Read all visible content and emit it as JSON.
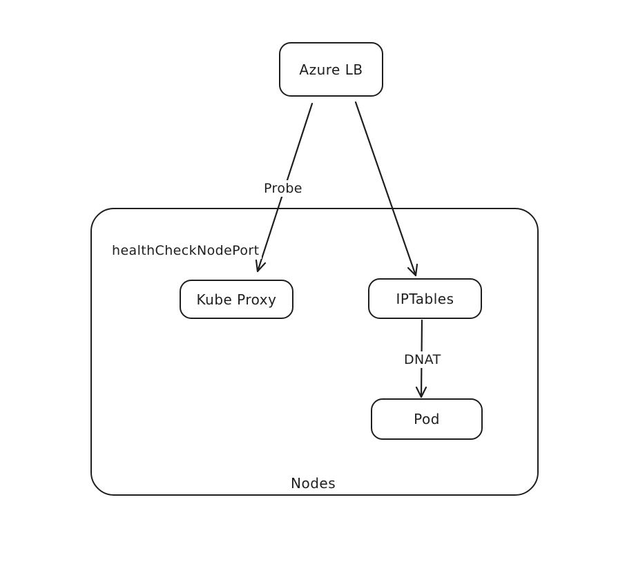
{
  "diagram": {
    "colors": {
      "stroke": "#1e1e1e",
      "background": "#ffffff",
      "node_fill": "#ffffff"
    },
    "nodes": [
      {
        "id": "azure-lb",
        "label": "Azure LB"
      },
      {
        "id": "kube-proxy",
        "label": "Kube Proxy"
      },
      {
        "id": "iptables",
        "label": "IPTables"
      },
      {
        "id": "pod",
        "label": "Pod"
      }
    ],
    "container": {
      "id": "nodes-group",
      "label": "Nodes"
    },
    "edge_labels": {
      "probe": "Probe",
      "healthCheckNodePort": "healthCheckNodePort",
      "dnat": "DNAT"
    },
    "edges": [
      {
        "from": "Azure LB",
        "to": "Kube Proxy",
        "labels": [
          "Probe",
          "healthCheckNodePort"
        ]
      },
      {
        "from": "Azure LB",
        "to": "IPTables",
        "labels": []
      },
      {
        "from": "IPTables",
        "to": "Pod",
        "labels": [
          "DNAT"
        ]
      }
    ]
  }
}
